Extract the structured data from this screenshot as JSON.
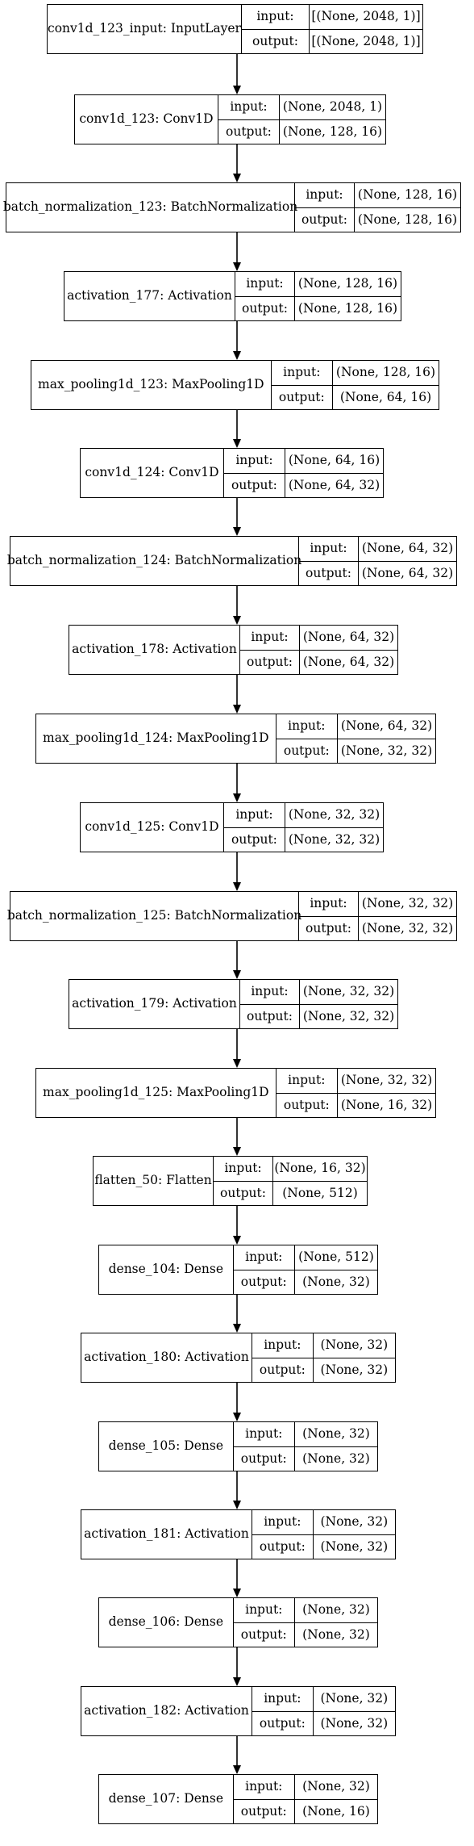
{
  "io_labels": {
    "input": "input:",
    "output": "output:"
  },
  "layers": [
    {
      "name": "conv1d_123_input: InputLayer",
      "input": "[(None, 2048, 1)]",
      "output": "[(None, 2048, 1)]"
    },
    {
      "name": "conv1d_123: Conv1D",
      "input": "(None, 2048, 1)",
      "output": "(None, 128, 16)"
    },
    {
      "name": "batch_normalization_123: BatchNormalization",
      "input": "(None, 128, 16)",
      "output": "(None, 128, 16)"
    },
    {
      "name": "activation_177: Activation",
      "input": "(None, 128, 16)",
      "output": "(None, 128, 16)"
    },
    {
      "name": "max_pooling1d_123: MaxPooling1D",
      "input": "(None, 128, 16)",
      "output": "(None, 64, 16)"
    },
    {
      "name": "conv1d_124: Conv1D",
      "input": "(None, 64, 16)",
      "output": "(None, 64, 32)"
    },
    {
      "name": "batch_normalization_124: BatchNormalization",
      "input": "(None, 64, 32)",
      "output": "(None, 64, 32)"
    },
    {
      "name": "activation_178: Activation",
      "input": "(None, 64, 32)",
      "output": "(None, 64, 32)"
    },
    {
      "name": "max_pooling1d_124: MaxPooling1D",
      "input": "(None, 64, 32)",
      "output": "(None, 32, 32)"
    },
    {
      "name": "conv1d_125: Conv1D",
      "input": "(None, 32, 32)",
      "output": "(None, 32, 32)"
    },
    {
      "name": "batch_normalization_125: BatchNormalization",
      "input": "(None, 32, 32)",
      "output": "(None, 32, 32)"
    },
    {
      "name": "activation_179: Activation",
      "input": "(None, 32, 32)",
      "output": "(None, 32, 32)"
    },
    {
      "name": "max_pooling1d_125: MaxPooling1D",
      "input": "(None, 32, 32)",
      "output": "(None, 16, 32)"
    },
    {
      "name": "flatten_50: Flatten",
      "input": "(None, 16, 32)",
      "output": "(None, 512)"
    },
    {
      "name": "dense_104: Dense",
      "input": "(None, 512)",
      "output": "(None, 32)"
    },
    {
      "name": "activation_180: Activation",
      "input": "(None, 32)",
      "output": "(None, 32)"
    },
    {
      "name": "dense_105: Dense",
      "input": "(None, 32)",
      "output": "(None, 32)"
    },
    {
      "name": "activation_181: Activation",
      "input": "(None, 32)",
      "output": "(None, 32)"
    },
    {
      "name": "dense_106: Dense",
      "input": "(None, 32)",
      "output": "(None, 32)"
    },
    {
      "name": "activation_182: Activation",
      "input": "(None, 32)",
      "output": "(None, 32)"
    },
    {
      "name": "dense_107: Dense",
      "input": "(None, 32)",
      "output": "(None, 16)"
    }
  ]
}
